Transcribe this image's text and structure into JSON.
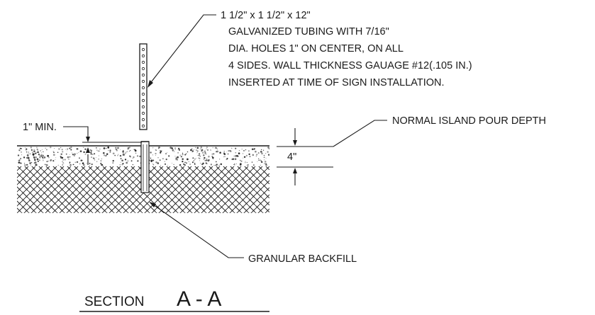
{
  "callouts": {
    "tubing": [
      "1 1/2\" x 1 1/2\" x 12\"",
      "GALVANIZED TUBING WITH 7/16\"",
      "DIA. HOLES 1\" ON CENTER, ON ALL",
      "4 SIDES. WALL THICKNESS GAUAGE #12(.105 IN.)",
      "INSERTED AT TIME OF SIGN INSTALLATION."
    ],
    "min_embed": "1\" MIN.",
    "pour_depth": "NORMAL ISLAND POUR DEPTH",
    "depth_value": "4\"",
    "backfill": "GRANULAR BACKFILL"
  },
  "section": {
    "word": "SECTION",
    "letters": "A - A"
  },
  "colors": {
    "ink": "#1a1a1a",
    "background": "#ffffff"
  }
}
